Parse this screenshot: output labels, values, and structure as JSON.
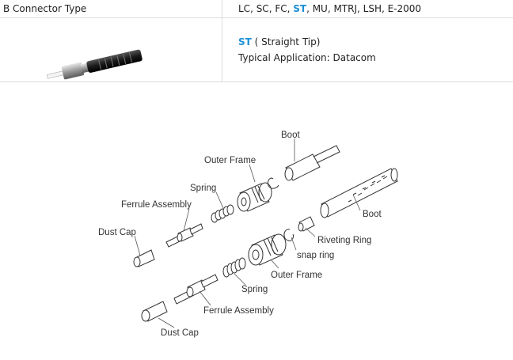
{
  "table": {
    "header_label": "B Connector Type",
    "types_prefix": "LC, SC, FC, ",
    "types_highlight": "ST",
    "types_suffix": ", MU, MTRJ, LSH, E-2000",
    "selected_code": "ST",
    "selected_desc": " ( Straight Tip)",
    "application": "Typical Application: Datacom"
  },
  "diagram": {
    "upper": {
      "boot": "Boot",
      "outer_frame": "Outer Frame",
      "spring": "Spring",
      "ferrule_assembly": "Ferrule Assembly",
      "dust_cap": "Dust Cap"
    },
    "lower": {
      "boot": "Boot",
      "riveting_ring": "Riveting Ring",
      "snap_ring": "snap ring",
      "outer_frame": "Outer Frame",
      "spring": "Spring",
      "ferrule_assembly": "Ferrule Assembly",
      "dust_cap": "Dust Cap"
    }
  },
  "colors": {
    "accent": "#1a8fd6",
    "divider": "#dcdcdc"
  }
}
